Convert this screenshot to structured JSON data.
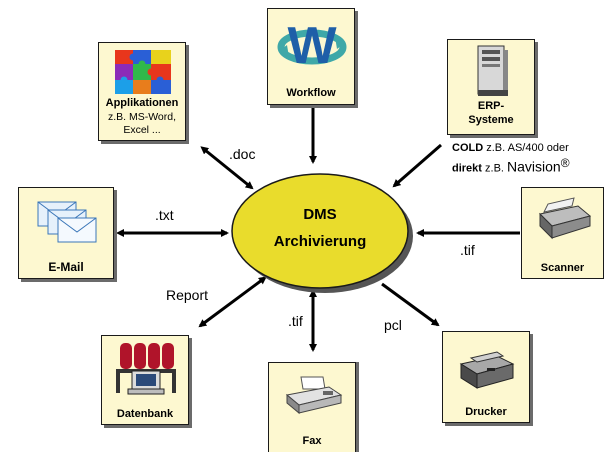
{
  "center": {
    "line1": "DMS",
    "line2": "Archivierung"
  },
  "workflow": {
    "label": "Workflow",
    "logo_letter": "W"
  },
  "applikationen": {
    "label": "Applikationen",
    "sub1": "z.B. MS-Word,",
    "sub2": "Excel ..."
  },
  "erp": {
    "label1": "ERP-",
    "label2": "Systeme"
  },
  "erp_note": {
    "cold_bold": "COLD",
    "cold_rest": " z.B. AS/400 oder",
    "direkt_bold": "direkt",
    "direkt_mid": " z.B. ",
    "direkt_big": "Navision",
    "reg": "®"
  },
  "email": {
    "label": "E-Mail"
  },
  "scanner": {
    "label": "Scanner"
  },
  "datenbank": {
    "label": "Datenbank"
  },
  "fax": {
    "label": "Fax"
  },
  "drucker": {
    "label": "Drucker"
  },
  "edges": {
    "doc": ".doc",
    "txt": ".txt",
    "tif_scanner": ".tif",
    "report": "Report",
    "tif_fax": ".tif",
    "pcl": "pcl"
  },
  "colors": {
    "box_fill": "#fdf8d0",
    "ellipse_fill": "#e9dc2c",
    "workflow_arrow": "#3fa8a8",
    "workflow_w": "#1f5fa8"
  }
}
